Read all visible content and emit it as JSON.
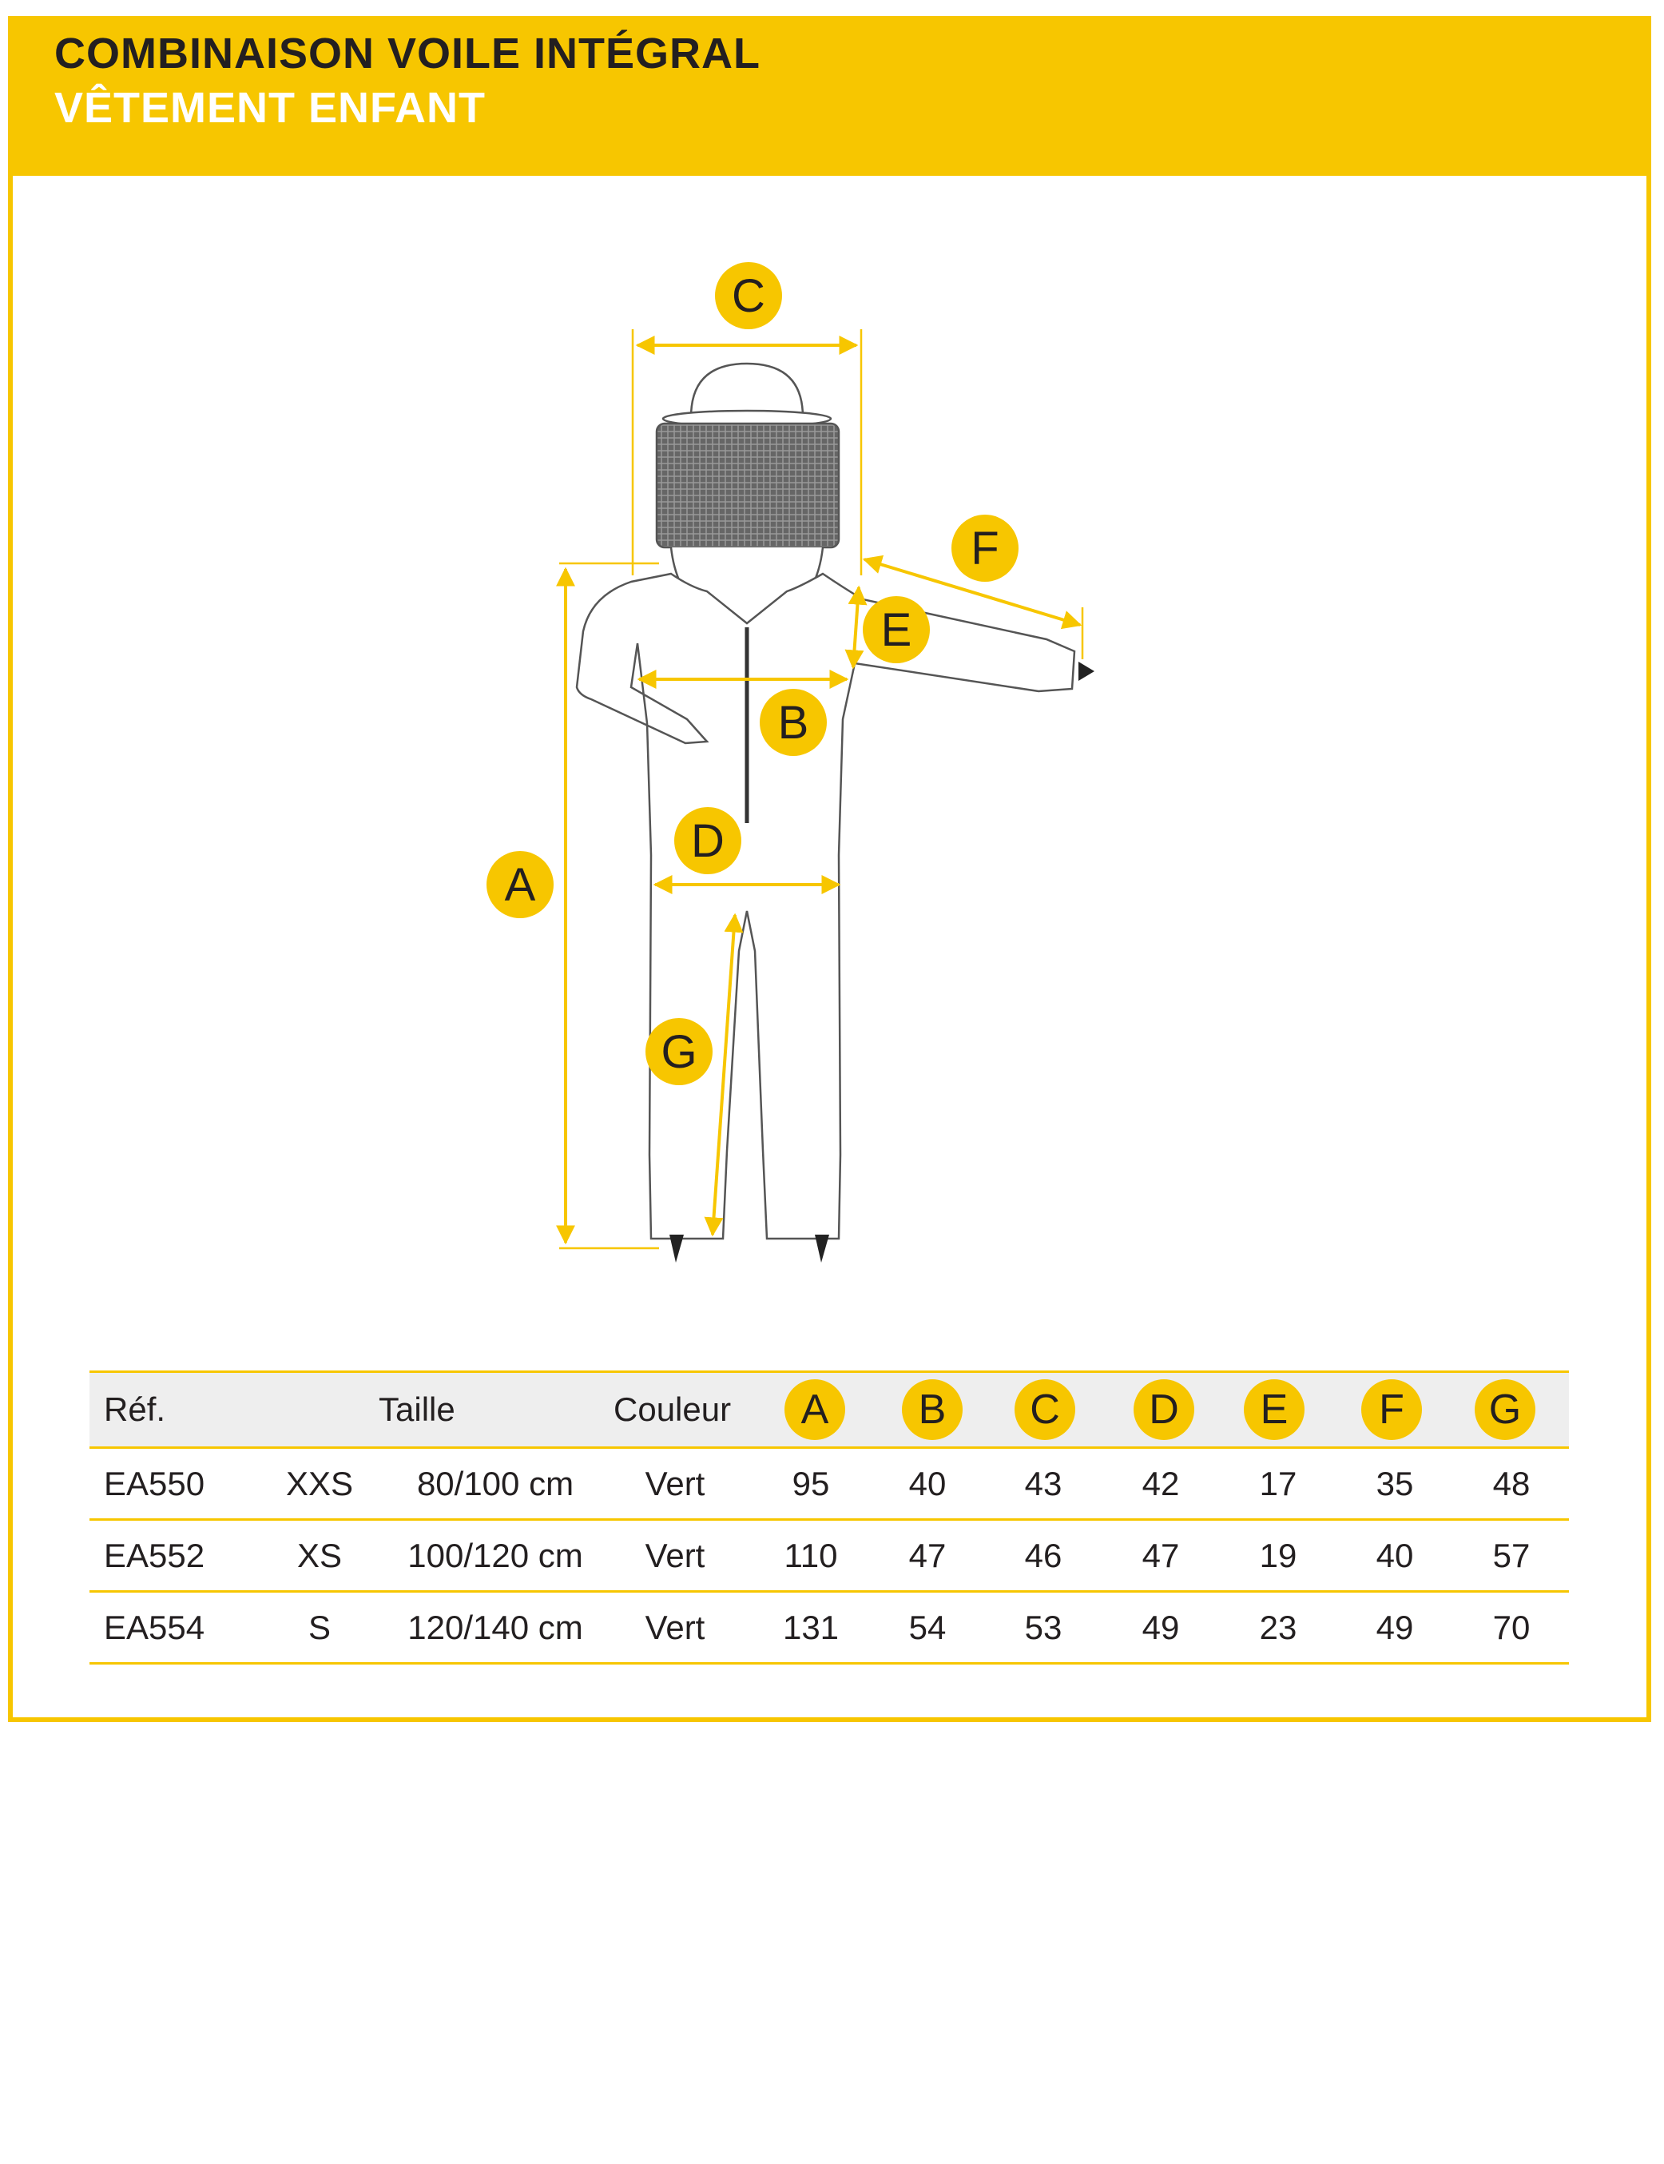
{
  "header": {
    "title": "COMBINAISON VOILE INTÉGRAL",
    "subtitle": "VÊTEMENT ENFANT"
  },
  "colors": {
    "accent": "#F7C600",
    "text": "#231f20",
    "subtitle": "#FFFFFF"
  },
  "diagram": {
    "labels": {
      "A": "A",
      "B": "B",
      "C": "C",
      "D": "D",
      "E": "E",
      "F": "F",
      "G": "G"
    }
  },
  "table": {
    "headers": {
      "ref": "Réf.",
      "taille": "Taille",
      "couleur": "Couleur",
      "a": "A",
      "b": "B",
      "c": "C",
      "d": "D",
      "e": "E",
      "f": "F",
      "g": "G"
    },
    "rows": [
      {
        "ref": "EA550",
        "size": "XXS",
        "range": "80/100 cm",
        "color": "Vert",
        "a": "95",
        "b": "40",
        "c": "43",
        "d": "42",
        "e": "17",
        "f": "35",
        "g": "48"
      },
      {
        "ref": "EA552",
        "size": "XS",
        "range": "100/120 cm",
        "color": "Vert",
        "a": "110",
        "b": "47",
        "c": "46",
        "d": "47",
        "e": "19",
        "f": "40",
        "g": "57"
      },
      {
        "ref": "EA554",
        "size": "S",
        "range": "120/140 cm",
        "color": "Vert",
        "a": "131",
        "b": "54",
        "c": "53",
        "d": "49",
        "e": "23",
        "f": "49",
        "g": "70"
      }
    ]
  }
}
